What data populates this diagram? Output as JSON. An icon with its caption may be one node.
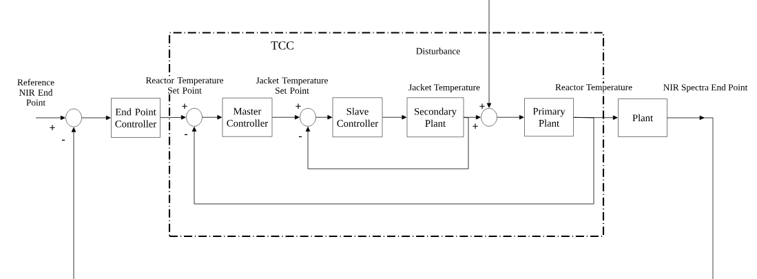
{
  "diagram": {
    "nodes": [
      {
        "text": [
          "TCC"
        ]
      },
      {
        "text": [],
        "shape": "circle"
      },
      {
        "text": [
          "End Point Controller"
        ]
      },
      {
        "text": [],
        "shape": "circle",
        "in": 0
      },
      {
        "text": [
          "Master Controller"
        ],
        "in": 0
      },
      {
        "text": [],
        "shape": "circle",
        "in": 0
      },
      {
        "text": [
          "Slave Controller"
        ],
        "in": 0
      },
      {
        "text": [
          "Secondary Plant"
        ],
        "in": 0
      },
      {
        "text": [],
        "shape": "circle",
        "in": 0
      },
      {
        "text": [
          "Primary Plant"
        ],
        "in": 0
      },
      {
        "text": [
          "Plant"
        ]
      }
    ],
    "edges": [
      {
        "from": null,
        "to": 1,
        "arrow": "to",
        "label": "Reference NIR End Point"
      },
      {
        "from": 1,
        "to": 2,
        "arrow": "to"
      },
      {
        "from": 2,
        "to": 3,
        "arrow": "to",
        "label": "Reactor Temperature Set Point"
      },
      {
        "from": 3,
        "to": 4,
        "arrow": "to"
      },
      {
        "from": 4,
        "to": 5,
        "arrow": "to",
        "label": "Jacket Temperature Set Point"
      },
      {
        "from": 5,
        "to": 6,
        "arrow": "to"
      },
      {
        "from": 6,
        "to": 7,
        "arrow": "to"
      },
      {
        "from": 7,
        "to": 8,
        "arrow": "to",
        "label": "Jacket Temperature"
      },
      {
        "from": null,
        "to": 8,
        "arrow": "to",
        "label": "Disturbance"
      },
      {
        "from": 8,
        "to": 9,
        "arrow": "to"
      },
      {
        "from": 9,
        "to": 10,
        "arrow": "to",
        "label": "Reactor Temperature"
      },
      {
        "from": 10,
        "to": null,
        "arrow": "to",
        "label": "NIR Spectra End Point"
      },
      {
        "from": 7,
        "to": 5,
        "arrow": "to"
      },
      {
        "from": 9,
        "to": 3,
        "arrow": "to"
      },
      {
        "from": null,
        "to": 1,
        "arrow": "to"
      }
    ],
    "labels": [
      "+",
      "-",
      "+",
      "-",
      "+",
      "-",
      "+",
      "+"
    ]
  }
}
